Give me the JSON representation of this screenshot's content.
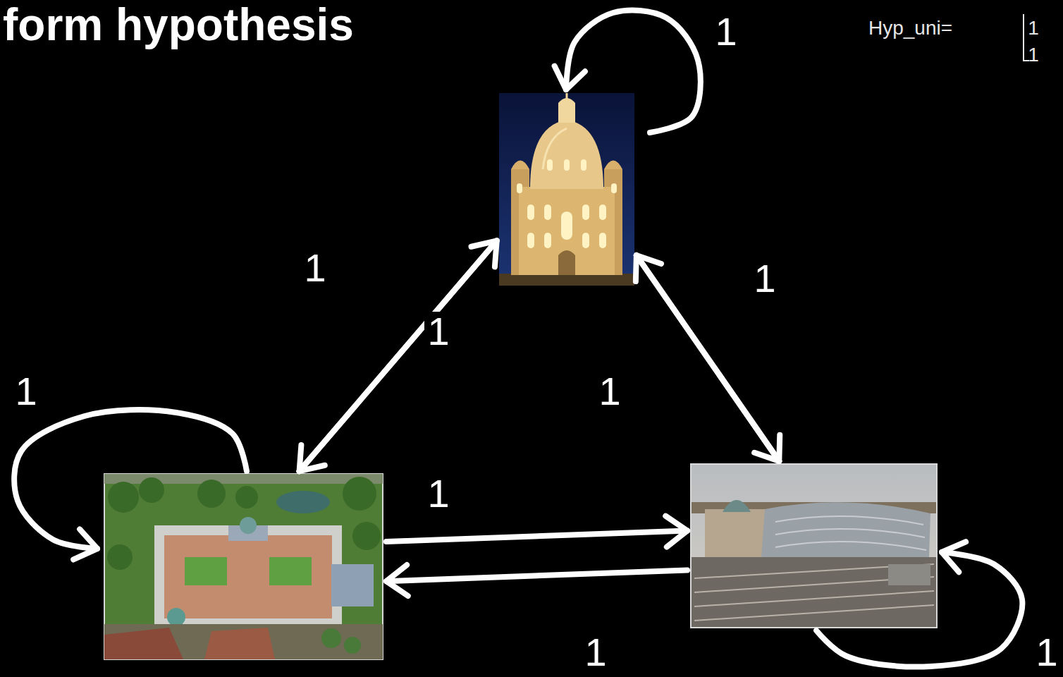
{
  "diagram": {
    "title": "form hypothesis",
    "nodes": [
      {
        "text": []
      },
      {
        "text": []
      },
      {
        "text": []
      }
    ],
    "edges": [
      {
        "from": 0,
        "to": 0,
        "arrow": "to",
        "label": "1"
      },
      {
        "from": 0,
        "to": 1,
        "arrow": "to",
        "label": "1"
      },
      {
        "from": 1,
        "to": 0,
        "arrow": "to",
        "label": "1"
      },
      {
        "from": 0,
        "to": 2,
        "arrow": "to",
        "label": "1"
      },
      {
        "from": 2,
        "to": 0,
        "arrow": "to",
        "label": "1"
      },
      {
        "from": 1,
        "to": 2,
        "arrow": "to",
        "label": "1"
      },
      {
        "from": 2,
        "to": 1,
        "arrow": "to",
        "label": "1"
      },
      {
        "from": 1,
        "to": 1,
        "arrow": "to",
        "label": "1"
      },
      {
        "from": 2,
        "to": 2,
        "arrow": "to",
        "label": "1"
      }
    ],
    "labels": [
      "Hyp_uni=",
      "1",
      "1"
    ]
  }
}
